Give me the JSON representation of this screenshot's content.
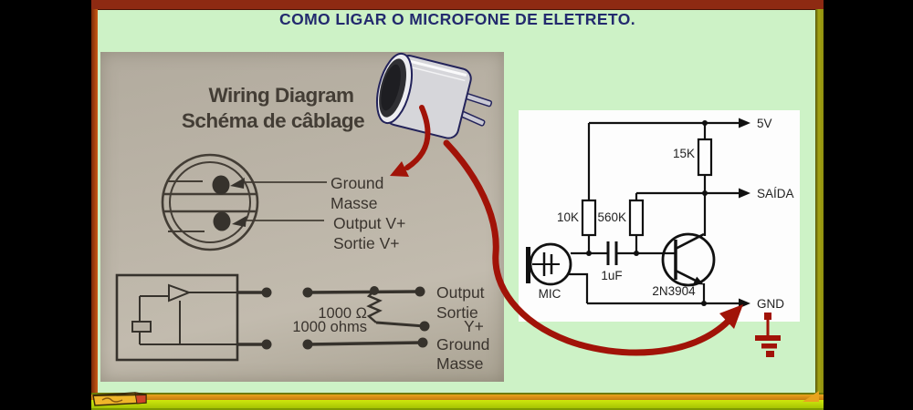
{
  "page": {
    "title": "COMO LIGAR O MICROFONE DE ELETRETO."
  },
  "colors": {
    "board_green": "#cdf2c6",
    "frame_maroon": "#8e2a12",
    "frame_orange_left": "#cb5b16",
    "frame_olive_right": "#8f8f10",
    "tray_chartreuse": "#cfe80c",
    "arrow_red": "#a11308",
    "photo_cardboard": "#b8b1a4",
    "panel_white": "#fdfdfd",
    "title_navy": "#232a6e",
    "ink_dark": "#3a342e"
  },
  "photo": {
    "title_line1": "Wiring Diagram",
    "title_line2": "Schéma de câblage",
    "pinout": {
      "label_ground": "Ground",
      "label_masse": "Masse",
      "label_output": "Output V+",
      "label_sortie": "Sortie V+"
    },
    "lower": {
      "res_value_1": "1000 Ω",
      "res_value_2": "1000 ohms",
      "label_output": "Output",
      "label_sortie": "Sortie",
      "label_vplus": "Y+",
      "label_ground": "Ground",
      "label_masse": "Masse"
    }
  },
  "schematic": {
    "r_bias": "10K",
    "r_base": "560K",
    "r_collector": "15K",
    "capacitor": "1uF",
    "mic": "MIC",
    "transistor": "2N3904",
    "rail_vcc": "5V",
    "rail_out": "SAÍDA",
    "rail_gnd": "GND"
  }
}
